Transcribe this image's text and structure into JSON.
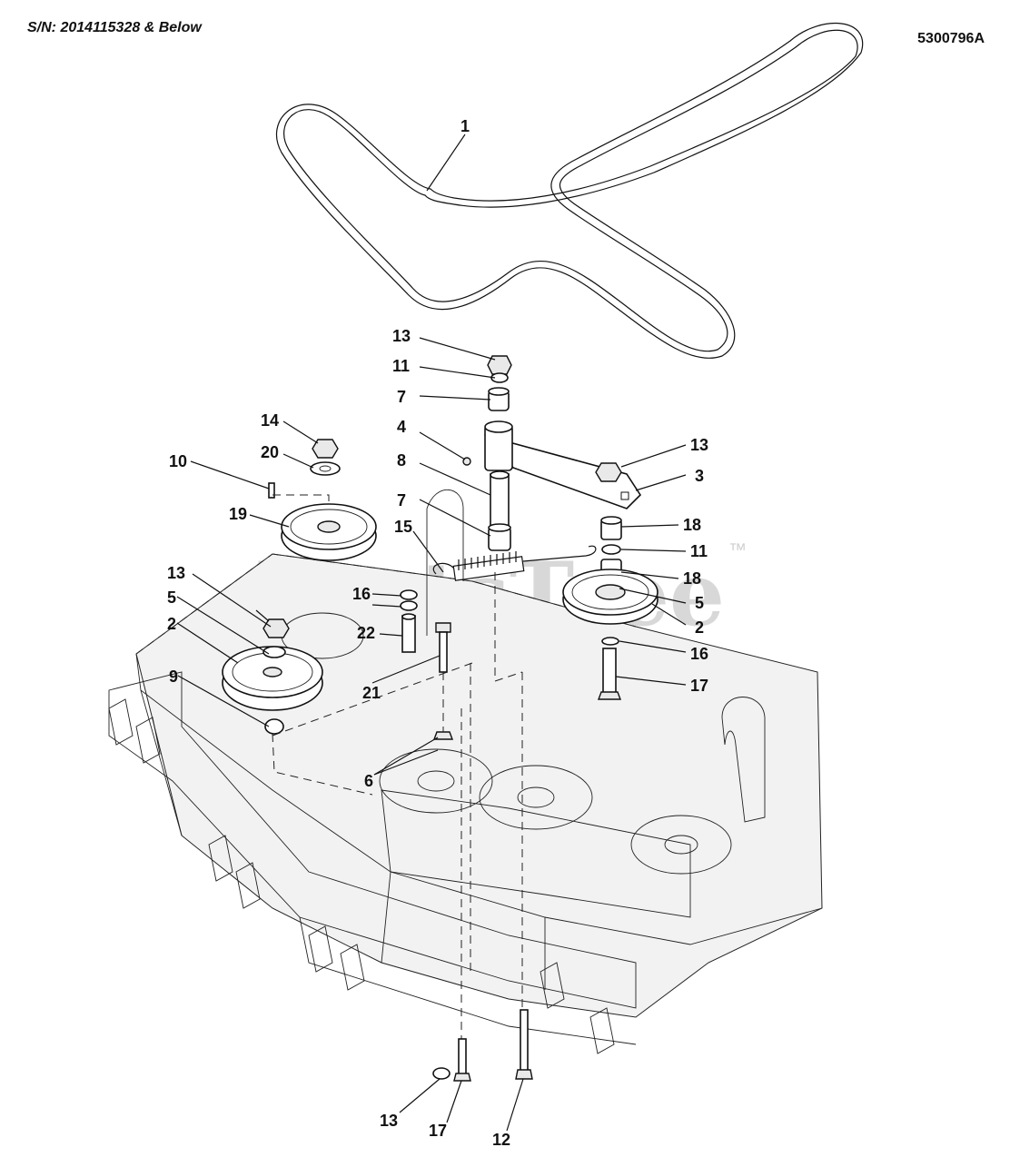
{
  "header": {
    "serial_range": "S/N: 2014115328 & Below",
    "diagram_number": "5300796A"
  },
  "watermark": {
    "brand": "PartsTree",
    "trademark": "™"
  },
  "callouts": [
    {
      "id": "c1",
      "label": "1"
    },
    {
      "id": "c13a",
      "label": "13"
    },
    {
      "id": "c11a",
      "label": "11"
    },
    {
      "id": "c7a",
      "label": "7"
    },
    {
      "id": "c4",
      "label": "4"
    },
    {
      "id": "c8",
      "label": "8"
    },
    {
      "id": "c7b",
      "label": "7"
    },
    {
      "id": "c15",
      "label": "15"
    },
    {
      "id": "c13b",
      "label": "13"
    },
    {
      "id": "c3",
      "label": "3"
    },
    {
      "id": "c18a",
      "label": "18"
    },
    {
      "id": "c11b",
      "label": "11"
    },
    {
      "id": "c18b",
      "label": "18"
    },
    {
      "id": "c5a",
      "label": "5"
    },
    {
      "id": "c2a",
      "label": "2"
    },
    {
      "id": "c16a",
      "label": "16"
    },
    {
      "id": "c17a",
      "label": "17"
    },
    {
      "id": "c14",
      "label": "14"
    },
    {
      "id": "c20",
      "label": "20"
    },
    {
      "id": "c10",
      "label": "10"
    },
    {
      "id": "c19",
      "label": "19"
    },
    {
      "id": "c13c",
      "label": "13"
    },
    {
      "id": "c5b",
      "label": "5"
    },
    {
      "id": "c2b",
      "label": "2"
    },
    {
      "id": "c9",
      "label": "9"
    },
    {
      "id": "c16b",
      "label": "16"
    },
    {
      "id": "c22",
      "label": "22"
    },
    {
      "id": "c21",
      "label": "21"
    },
    {
      "id": "c6",
      "label": "6"
    },
    {
      "id": "c13d",
      "label": "13"
    },
    {
      "id": "c17b",
      "label": "17"
    },
    {
      "id": "c12",
      "label": "12"
    }
  ]
}
